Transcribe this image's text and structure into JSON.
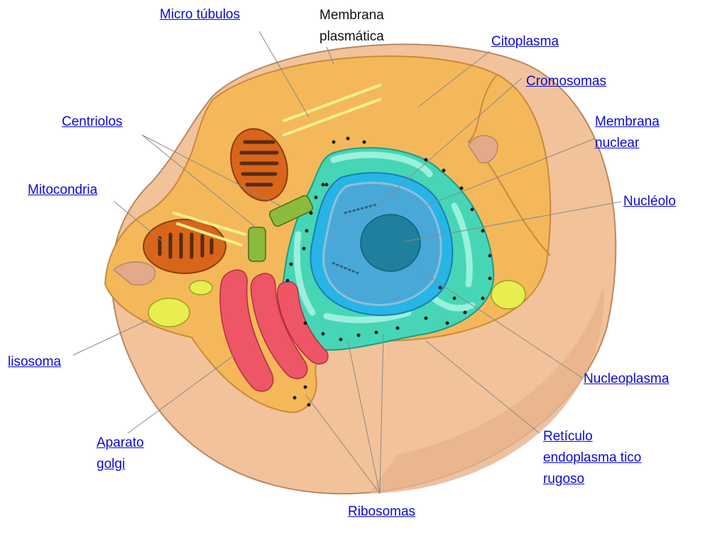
{
  "labels": {
    "micro_tubulos": "Micro túbulos",
    "membrana_plasmatica": {
      "line1": "Membrana",
      "line2": "plasmática"
    },
    "citoplasma": "Citoplasma",
    "cromosomas": "Cromosomas",
    "centriolos": "Centriolos",
    "membrana_nuclear": {
      "line1": "Membrana",
      "line2": "nuclear"
    },
    "mitocondria": "Mitocondria",
    "nucleolo": "Nucléolo",
    "lisosoma": "lisosoma",
    "nucleoplasma": "Nucleoplasma",
    "aparato_golgi": {
      "line1": "Aparato",
      "line2": "golgi"
    },
    "reticulo": {
      "line1": "Retículo",
      "line2": "endoplasma tico",
      "line3": "rugoso"
    },
    "ribosomas": "Ribosomas"
  },
  "colors": {
    "cell_outer": "#f2c29a",
    "cytoplasm": "#f4b85a",
    "er": "#46d6b6",
    "nucleus_membrane": "#27b4e6",
    "nucleoplasm": "#4aa8d8",
    "nucleolus": "#1f7f9c",
    "mitochondria": "#d8651a",
    "golgi": "#ee5566",
    "lysosome": "#e8ee50",
    "centriole": "#8cba3c",
    "link": "#0a0ad6"
  }
}
